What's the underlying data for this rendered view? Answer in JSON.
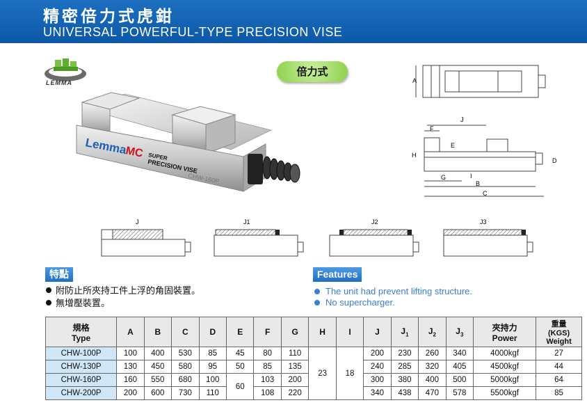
{
  "header": {
    "title_cn": "精密倍力式虎鉗",
    "title_en": "UNIVERSAL POWERFUL-TYPE PRECISION VISE"
  },
  "logo": {
    "text": "LEMMA"
  },
  "badge": {
    "label": "倍力式"
  },
  "photo": {
    "brand": "Lemma",
    "model_tag": "MC",
    "line1": "SUPER",
    "line2": "PRECISION VISE",
    "model": "CHW-160P"
  },
  "diagram_labels": {
    "A": "A",
    "B": "B",
    "C": "C",
    "D": "D",
    "E": "E",
    "F": "F",
    "G": "G",
    "H": "H",
    "I": "I",
    "J": "J",
    "J1": "J1",
    "J2": "J2",
    "J3": "J3"
  },
  "features": {
    "title_cn": "特點",
    "title_en": "Features",
    "items_cn": [
      "附防止所夾持工件上浮的角固裝置。",
      "無增壓裝置。"
    ],
    "items_en": [
      "The unit had prevent lifting structure.",
      "No supercharger."
    ]
  },
  "table": {
    "headers": {
      "type_cn": "規格",
      "type_en": "Type",
      "A": "A",
      "B": "B",
      "C": "C",
      "D": "D",
      "E": "E",
      "F": "F",
      "G": "G",
      "H": "H",
      "I": "I",
      "J": "J",
      "J1": "J",
      "J1_sub": "1",
      "J2": "J",
      "J2_sub": "2",
      "J3": "J",
      "J3_sub": "3",
      "power_cn": "夾持力",
      "power_en": "Power",
      "weight_cn": "重量",
      "weight_unit": "(KGS)",
      "weight_en": "Weight"
    },
    "rows": [
      {
        "type": "CHW-100P",
        "A": "100",
        "B": "400",
        "C": "530",
        "D": "85",
        "E": "45",
        "F": "80",
        "G": "110",
        "J": "200",
        "J1": "230",
        "J2": "260",
        "J3": "340",
        "power": "4000kgf",
        "weight": "27"
      },
      {
        "type": "CHW-130P",
        "A": "130",
        "B": "450",
        "C": "580",
        "D": "95",
        "E": "50",
        "F": "85",
        "G": "135",
        "J": "240",
        "J1": "285",
        "J2": "320",
        "J3": "405",
        "power": "4500kgf",
        "weight": "44"
      },
      {
        "type": "CHW-160P",
        "A": "160",
        "B": "550",
        "C": "680",
        "D": "100",
        "F": "103",
        "G": "200",
        "J": "300",
        "J1": "380",
        "J2": "400",
        "J3": "500",
        "power": "5000kgf",
        "weight": "64"
      },
      {
        "type": "CHW-200P",
        "A": "200",
        "B": "600",
        "C": "730",
        "D": "110",
        "F": "108",
        "G": "220",
        "J": "340",
        "J1": "438",
        "J2": "470",
        "J3": "578",
        "power": "5500kgf",
        "weight": "85"
      }
    ],
    "merged": {
      "E_34": "60",
      "H": "23",
      "I": "18"
    }
  }
}
